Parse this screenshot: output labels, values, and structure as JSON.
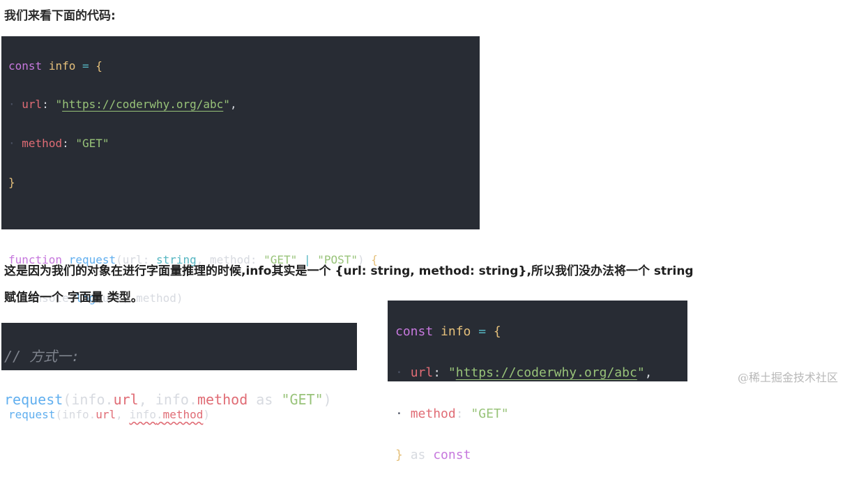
{
  "heading": "我们来看下面的代码:",
  "code_block_1": {
    "l1": {
      "kw": "const",
      "var": "info",
      "op": "=",
      "brace": "{"
    },
    "l2": {
      "prop": "url",
      "colon": ":",
      "str_open": "\"",
      "url": "https://coderwhy.org/abc",
      "str_close": "\"",
      "comma": ","
    },
    "l3": {
      "prop": "method",
      "colon": ":",
      "str": "\"GET\""
    },
    "l4": {
      "brace": "}"
    },
    "l5": {
      "kw": "function",
      "fn": "request",
      "p_open": "(",
      "param1": "url",
      "colon1": ":",
      "type1": "string",
      "comma1": ",",
      "param2": "method",
      "colon2": ":",
      "str1": "\"GET\"",
      "union": "|",
      "str2": "\"POST\"",
      "p_close": ")",
      "brace": "{"
    },
    "l6": {
      "obj": "console",
      "dot": ".",
      "fn": "log",
      "args": "(url, method)"
    },
    "l7": {
      "brace": "}"
    },
    "l8": {
      "fn": "request",
      "p_open": "(",
      "obj1": "info",
      "dot1": ".",
      "prop1": "url",
      "comma": ",",
      "obj2": "info",
      "dot2": ".",
      "prop2": "method",
      "p_close": ")"
    }
  },
  "paragraph_1": "这是因为我们的对象在进行字面量推理的时候,info其实是一个 {url: string, method: string},所以我们没办法将一个 string",
  "paragraph_2": "赋值给一个 字面量 类型。",
  "code_block_2": {
    "comment": "// 方式一:",
    "fn": "request",
    "p_open": "(",
    "obj1": "info",
    "dot1": ".",
    "prop1": "url",
    "comma": ",",
    "obj2": "info",
    "dot2": ".",
    "prop2": "method",
    "as": "as",
    "str": "\"GET\"",
    "p_close": ")"
  },
  "code_block_3": {
    "l1": {
      "kw": "const",
      "var": "info",
      "op": "=",
      "brace": "{"
    },
    "l2": {
      "prop": "url",
      "colon": ":",
      "str_open": "\"",
      "url": "https://coderwhy.org/abc",
      "str_close": "\"",
      "comma": ","
    },
    "l3": {
      "prop": "method",
      "colon": ":",
      "str": "\"GET\""
    },
    "l4": {
      "brace": "}",
      "as": "as",
      "kw": "const"
    }
  },
  "watermark": "@稀土掘金技术社区",
  "colors": {
    "code_bg": "#282c34",
    "keyword": "#c678dd",
    "variable": "#e5c07b",
    "property": "#e06c75",
    "string": "#98c379",
    "function": "#61afef",
    "type": "#56b6c2"
  }
}
